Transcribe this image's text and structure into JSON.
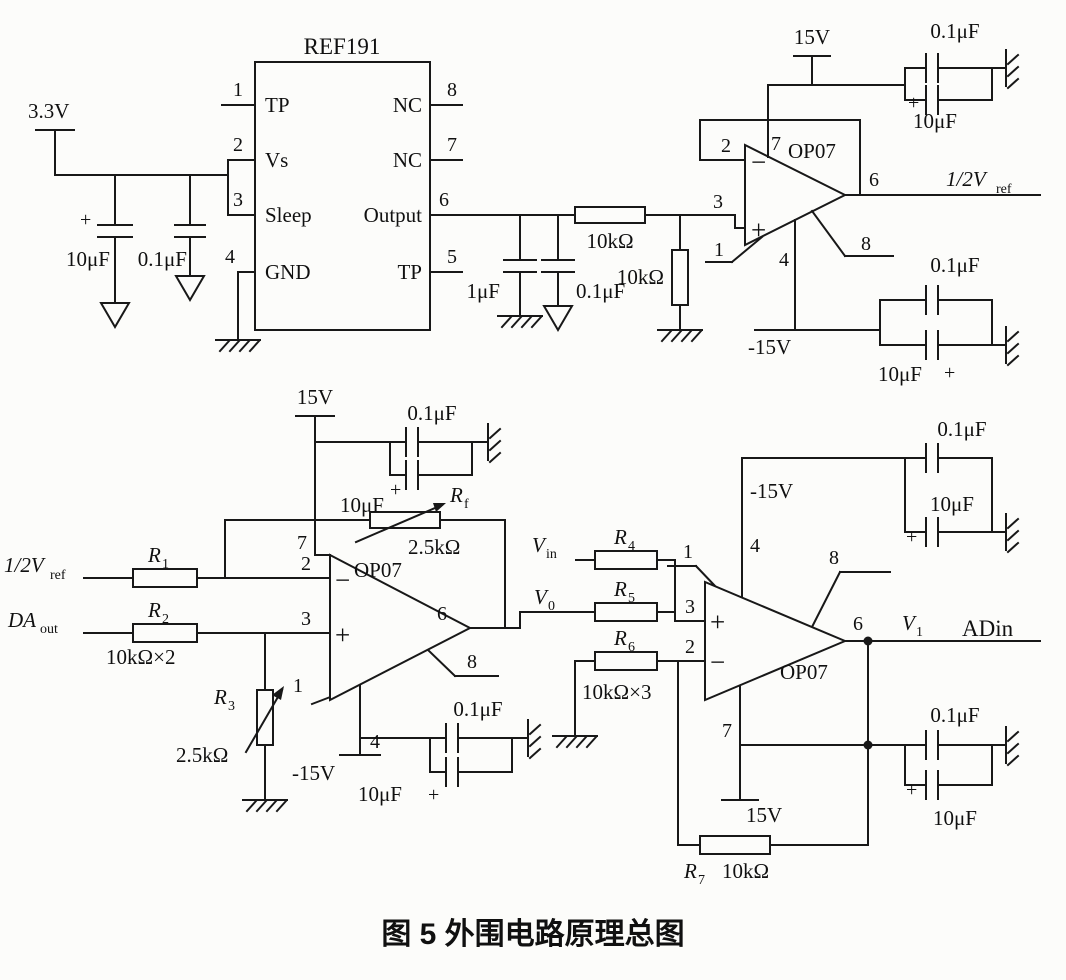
{
  "caption": "图 5  外围电路原理总图",
  "values": {
    "v33": "3.3V",
    "p15": "15V",
    "m15": "-15V",
    "c01": "0.1μF",
    "c10": "10μF",
    "c1": "1μF",
    "r10k": "10kΩ",
    "r10kx2": "10kΩ×2",
    "r10kx3": "10kΩ×3",
    "r25k": "2.5kΩ",
    "op07": "OP07",
    "plus": "+",
    "minus": "−"
  },
  "ref191": {
    "name": "REF191",
    "pins_left": [
      {
        "num": "1",
        "label": "TP"
      },
      {
        "num": "2",
        "label": "Vs"
      },
      {
        "num": "3",
        "label": "Sleep"
      },
      {
        "num": "4",
        "label": "GND"
      }
    ],
    "pins_right": [
      {
        "num": "8",
        "label": "NC"
      },
      {
        "num": "7",
        "label": "NC"
      },
      {
        "num": "6",
        "label": "Output"
      },
      {
        "num": "5",
        "label": "TP"
      }
    ]
  },
  "pin_numbers": {
    "n1": "1",
    "n2": "2",
    "n3": "3",
    "n4": "4",
    "n5": "5",
    "n6": "6",
    "n7": "7",
    "n8": "8"
  },
  "signals": {
    "half_vref": {
      "main": "1/2V",
      "sub": "ref"
    },
    "da_out": {
      "main": "DA",
      "sub": "out"
    },
    "v_in": {
      "main": "V",
      "sub": "in"
    },
    "v_0": {
      "main": "V",
      "sub": "0"
    },
    "v_1": {
      "main": "V",
      "sub": "1"
    },
    "ad_in": "ADin"
  },
  "resistors": {
    "r1": {
      "main": "R",
      "sub": "1"
    },
    "r2": {
      "main": "R",
      "sub": "2"
    },
    "r3": {
      "main": "R",
      "sub": "3"
    },
    "r4": {
      "main": "R",
      "sub": "4"
    },
    "r5": {
      "main": "R",
      "sub": "5"
    },
    "r6": {
      "main": "R",
      "sub": "6"
    },
    "r7": {
      "main": "R",
      "sub": "7"
    },
    "rf": {
      "main": "R",
      "sub": "f"
    }
  }
}
